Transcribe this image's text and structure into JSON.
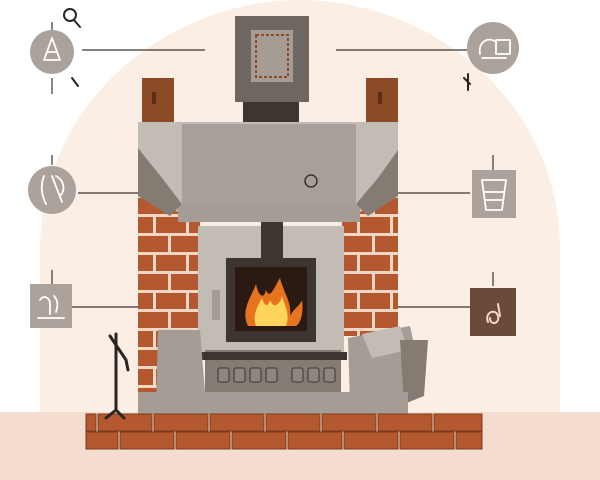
{
  "colors": {
    "background": "#ffffff",
    "halo": "#fbeee4",
    "floor": "#f4ddcf",
    "brick": "#b4582f",
    "brick_mortar": "#f0d6c4",
    "stone": "#a59d95",
    "stone_dark": "#847b73",
    "stone_light": "#c3bcb5",
    "hood": "#a79f98",
    "chimney_cap": "#6e6660",
    "wood": "#8d4a27",
    "stove": "#3c3530",
    "fire_outer": "#e8731f",
    "fire_inner": "#ffd45a",
    "icon_circle": "#aaa29b",
    "icon_square": "#aaa29b",
    "icon_square_dark": "#6b4a3a",
    "leader_line": "#3a3430"
  },
  "callouts": [
    {
      "id": "left-top",
      "icon": "chimney-cowl-icon",
      "shape": "circle"
    },
    {
      "id": "left-middle",
      "icon": "hand-tool-icon",
      "shape": "circle"
    },
    {
      "id": "left-bottom",
      "icon": "heat-shield-icon",
      "shape": "square"
    },
    {
      "id": "right-top",
      "icon": "fireplace-pipe-icon",
      "shape": "circle"
    },
    {
      "id": "right-middle",
      "icon": "ash-bucket-icon",
      "shape": "square"
    },
    {
      "id": "right-bottom",
      "icon": "heat-sensor-icon",
      "shape": "square-dark"
    }
  ],
  "decorative_icons": [
    "magnifier-icon",
    "gauge-dial-icon",
    "ember-flame-icon",
    "fire-poker-icon",
    "chimney-vent-icon"
  ]
}
